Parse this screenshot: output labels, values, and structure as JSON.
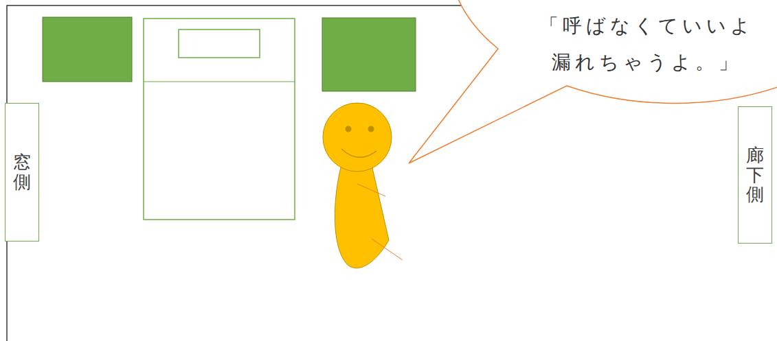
{
  "diagram": {
    "nodes": [
      {
        "text": [
          "「呼ばなくていいよ 漏れちゃうよ。」"
        ]
      },
      {
        "text": [
          "窓側"
        ]
      },
      {
        "text": [
          "廊下側"
        ]
      }
    ]
  }
}
